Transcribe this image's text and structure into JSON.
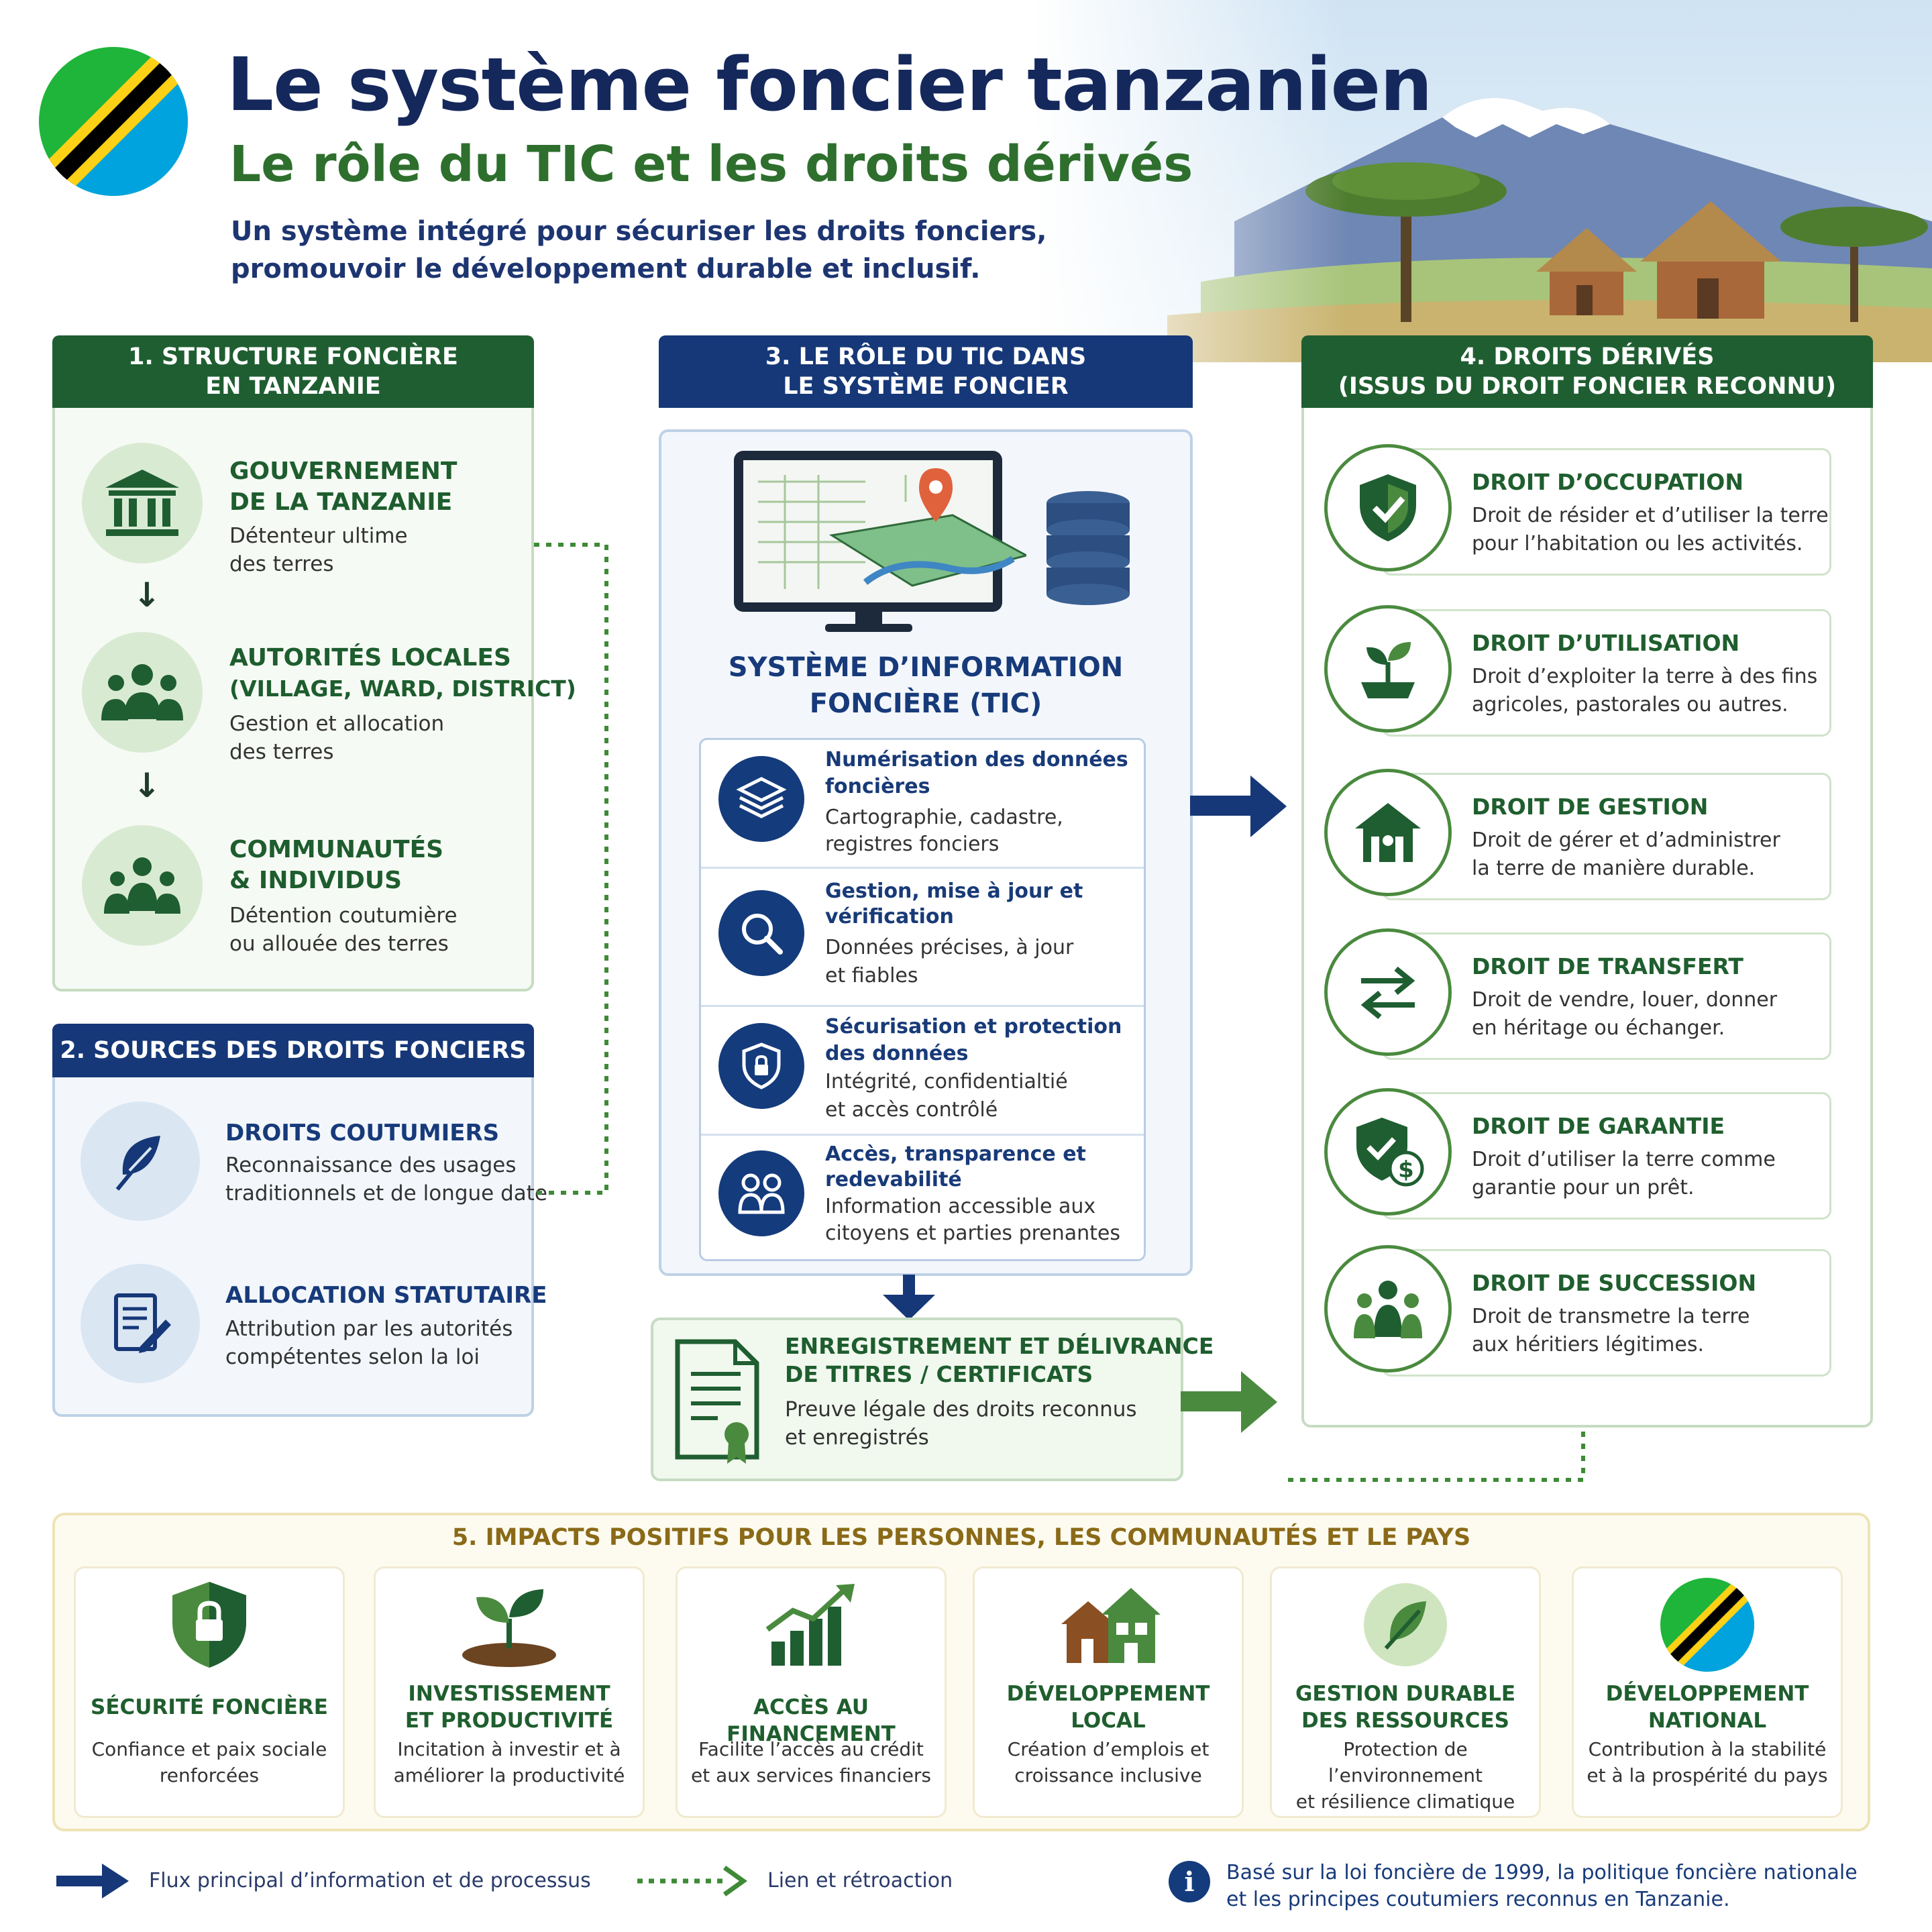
{
  "header": {
    "title": "Le système foncier tanzanien",
    "subtitle": "Le rôle du TIC et les droits dérivés",
    "tagline_1": "Un système intégré pour sécuriser les droits fonciers,",
    "tagline_2": "promouvoir le développement durable et inclusif."
  },
  "section1": {
    "heading_1": "1. STRUCTURE FONCIÈRE",
    "heading_2": "EN TANZANIE",
    "items": [
      {
        "title_1": "GOUVERNEMENT",
        "title_2": "DE LA TANZANIE",
        "body_1": "Détenteur ultime",
        "body_2": "des terres",
        "icon": "government-building-icon"
      },
      {
        "title_1": "AUTORITÉS LOCALES",
        "title_2": "(VILLAGE, WARD, DISTRICT)",
        "body_1": "Gestion et allocation",
        "body_2": "des terres",
        "icon": "local-authorities-icon"
      },
      {
        "title_1": "COMMUNAUTÉS",
        "title_2": "& INDIVIDUS",
        "body_1": "Détention coutumière",
        "body_2": "ou allouée des terres",
        "icon": "communities-icon"
      }
    ],
    "arrow_glyph": "↓"
  },
  "section2": {
    "heading": "2. SOURCES DES DROITS FONCIERS",
    "items": [
      {
        "title": "DROITS COUTUMIERS",
        "body_1": "Reconnaissance des usages",
        "body_2": "traditionnels et de longue date",
        "icon": "leaf-icon"
      },
      {
        "title": "ALLOCATION STATUTAIRE",
        "body_1": "Attribution par les autorités",
        "body_2": "compétentes selon la loi",
        "icon": "document-pen-icon"
      }
    ]
  },
  "section3": {
    "heading_1": "3. LE RÔLE DU TIC DANS",
    "heading_2": "LE SYSTÈME FONCIER",
    "system_title_1": "SYSTÈME D’INFORMATION",
    "system_title_2": "FONCIÈRE (TIC)",
    "rows": [
      {
        "title_1": "Numérisation des données",
        "title_2": "foncières",
        "body_1": "Cartographie, cadastre,",
        "body_2": "registres fonciers",
        "icon": "layers-icon"
      },
      {
        "title_1": "Gestion, mise à jour et",
        "title_2": "vérification",
        "body_1": "Données précises, à jour",
        "body_2": "et fiables",
        "icon": "magnifier-icon"
      },
      {
        "title_1": "Sécurisation et protection",
        "title_2": "des données",
        "body_1": "Intégrité, confidentialtié",
        "body_2": "et accès contrôlé",
        "icon": "shield-lock-icon"
      },
      {
        "title_1": "Accès, transparence et",
        "title_2": "redevabilité",
        "body_1": "Information accessible aux",
        "body_2": "citoyens et parties prenantes",
        "icon": "people-icon"
      }
    ],
    "registration": {
      "title_1": "ENREGISTREMENT ET DÉLIVRANCE",
      "title_2": "DE TITRES / CERTIFICATS",
      "body_1": "Preuve légale des droits reconnus",
      "body_2": "et enregistrés",
      "icon": "certificate-icon"
    }
  },
  "section4": {
    "heading_1": "4. DROITS DÉRIVÉS",
    "heading_2": "(ISSUS DU DROIT FONCIER RECONNU)",
    "rights": [
      {
        "title": "DROIT D’OCCUPATION",
        "body_1": "Droit de résider et d’utiliser la terre",
        "body_2": "pour l’habitation ou les activités.",
        "icon": "shield-check-icon"
      },
      {
        "title": "DROIT D’UTILISATION",
        "body_1": "Droit d’exploiter la terre à des fins",
        "body_2": "agricoles, pastorales ou autres.",
        "icon": "seedling-icon"
      },
      {
        "title": "DROIT DE GESTION",
        "body_1": "Droit de gérer et d’administrer",
        "body_2": "la terre de manière durable.",
        "icon": "house-management-icon"
      },
      {
        "title": "DROIT DE TRANSFERT",
        "body_1": "Droit de vendre, louer, donner",
        "body_2": "en héritage ou échanger.",
        "icon": "transfer-arrows-icon"
      },
      {
        "title": "DROIT DE GARANTIE",
        "body_1": "Droit d’utiliser la terre comme",
        "body_2": "garantie pour un prêt.",
        "icon": "shield-dollar-icon"
      },
      {
        "title": "DROIT DE SUCCESSION",
        "body_1": "Droit de transmetre la terre",
        "body_2": "aux héritiers légitimes.",
        "icon": "family-icon"
      }
    ]
  },
  "section5": {
    "heading": "5. IMPACTS POSITIFS POUR LES PERSONNES, LES COMMUNAUTÉS ET LE PAYS",
    "impacts": [
      {
        "title_1": "SÉCURITÉ FONCIÈRE",
        "title_2": "",
        "body_1": "Confiance et paix sociale",
        "body_2": "renforcées",
        "icon": "security-shield-icon"
      },
      {
        "title_1": "INVESTISSEMENT",
        "title_2": "ET PRODUCTIVITÉ",
        "body_1": "Incitation à investir et à",
        "body_2": "améliorer la productivité",
        "icon": "sprout-icon"
      },
      {
        "title_1": "ACCÈS AU FINANCEMENT",
        "title_2": "",
        "body_1": "Facilite l’accès au crédit",
        "body_2": "et aux services financiers",
        "icon": "growth-chart-icon"
      },
      {
        "title_1": "DÉVELOPPEMENT",
        "title_2": "LOCAL",
        "body_1": "Création d’emplois et",
        "body_2": "croissance inclusive",
        "icon": "houses-icon"
      },
      {
        "title_1": "GESTION DURABLE",
        "title_2": "DES RESSOURCES",
        "body_1": "Protection de l’environnement",
        "body_2": "et résilience climatique",
        "icon": "leaf-circle-icon"
      },
      {
        "title_1": "DÉVELOPPEMENT",
        "title_2": "NATIONAL",
        "body_1": "Contribution à la stabilité",
        "body_2": "et à la prospérité du pays",
        "icon": "tanzania-flag-icon"
      }
    ]
  },
  "legend": {
    "main_flow": "Flux principal d’information et de processus",
    "feedback": "Lien et rétroaction",
    "info_1": "Basé sur la loi foncière de 1999, la politique foncière nationale",
    "info_2": "et les principes coutumiers reconnus en Tanzanie.",
    "info_glyph": "i"
  },
  "colors": {
    "navy": "#163878",
    "dark_green": "#1f5e31",
    "green": "#4a8a3e",
    "gold": "#8a6a18"
  }
}
